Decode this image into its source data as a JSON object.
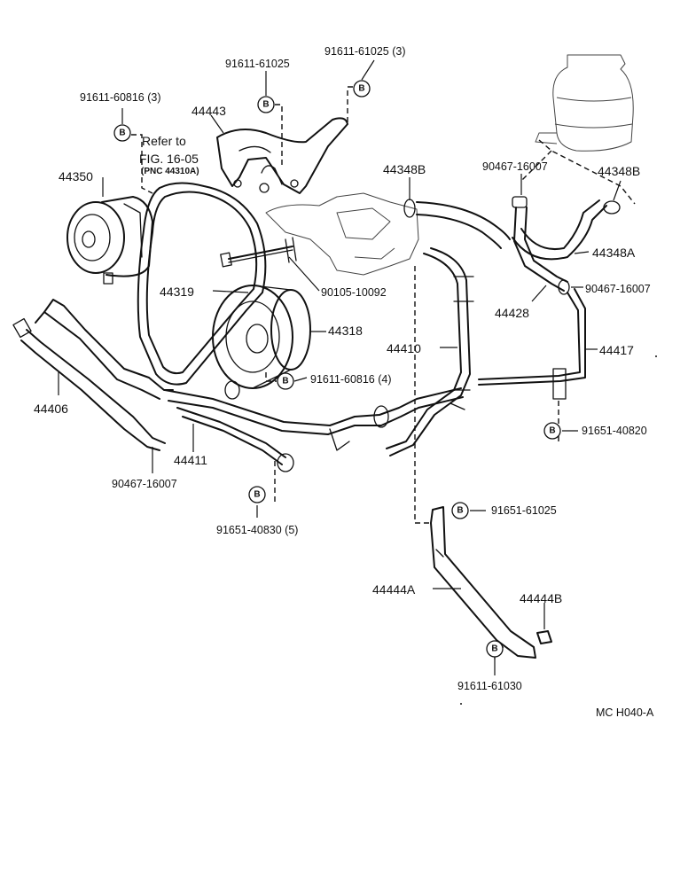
{
  "labels": {
    "p91611_61025": "91611-61025",
    "p91611_61025_3": "91611-61025 (3)",
    "p91611_60816_3": "91611-60816 (3)",
    "p44443": "44443",
    "refer_to": "Refer to",
    "fig_ref": "FIG. 16-05",
    "pnc_ref": "(PNC 44310A)",
    "p44350": "44350",
    "p44348B_top": "44348B",
    "p90467_16007_top": "90467-16007",
    "p44348B_right": "44348B",
    "p44348A": "44348A",
    "p44319": "44319",
    "p90105_10092": "90105-10092",
    "p44428": "44428",
    "p90467_16007_mid": "90467-16007",
    "p44318": "44318",
    "p44410": "44410",
    "p44417": "44417",
    "p91611_60816_4": "91611-60816 (4)",
    "p44406": "44406",
    "p91651_40820": "91651-40820",
    "p44411": "44411",
    "p90467_16007_bottom": "90467-16007",
    "p91651_40830_5": "91651-40830 (5)",
    "p91651_61025": "91651-61025",
    "p44444A": "44444A",
    "p44444B": "44444B",
    "p91611_61030": "91611-61030",
    "drawing_code": "MC H040-A"
  },
  "bolt_marker": "B"
}
